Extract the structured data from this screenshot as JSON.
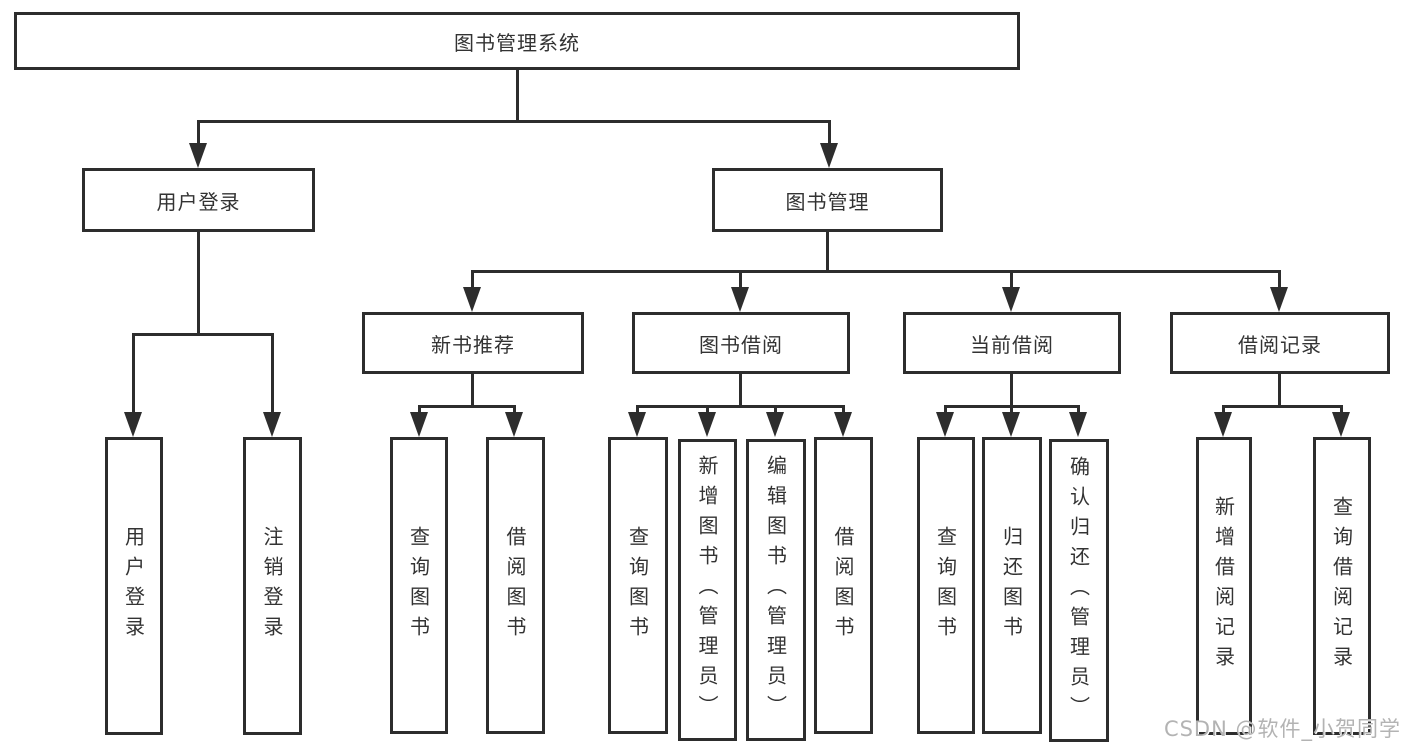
{
  "tree": {
    "root": {
      "label": "图书管理系统"
    },
    "branches": [
      {
        "label": "用户登录",
        "children": [
          {
            "label": "用户登录"
          },
          {
            "label": "注销登录"
          }
        ]
      },
      {
        "label": "图书管理",
        "children": [
          {
            "label": "新书推荐",
            "children": [
              {
                "label": "查询图书"
              },
              {
                "label": "借阅图书"
              }
            ]
          },
          {
            "label": "图书借阅",
            "children": [
              {
                "label": "查询图书"
              },
              {
                "label": "新增图书（管理员）"
              },
              {
                "label": "编辑图书（管理员）"
              },
              {
                "label": "借阅图书"
              }
            ]
          },
          {
            "label": "当前借阅",
            "children": [
              {
                "label": "查询图书"
              },
              {
                "label": "归还图书"
              },
              {
                "label": "确认归还（管理员）"
              }
            ]
          },
          {
            "label": "借阅记录",
            "children": [
              {
                "label": "新增借阅记录"
              },
              {
                "label": "查询借阅记录"
              }
            ]
          }
        ]
      }
    ]
  },
  "watermark": "CSDN @软件_小贺同学",
  "colors": {
    "line": "#2d2d2d",
    "text": "#333333",
    "background": "#ffffff",
    "watermark": "#b3b3b3"
  }
}
